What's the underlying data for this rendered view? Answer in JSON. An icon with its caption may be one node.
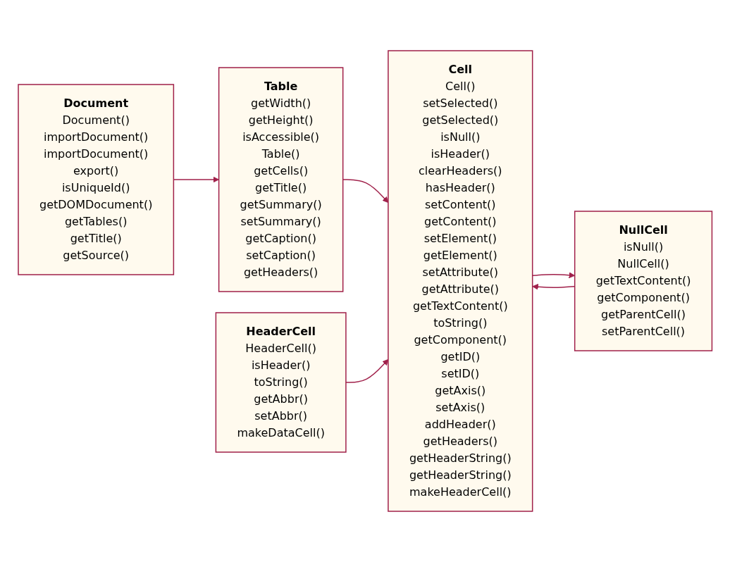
{
  "diagram": {
    "nodes": [
      {
        "text": [
          "Document",
          "Document()",
          "importDocument()",
          "importDocument()",
          "export()",
          "isUniqueId()",
          "getDOMDocument()",
          "getTables()",
          "getTitle()",
          "getSource()"
        ]
      },
      {
        "text": [
          "Cell",
          "Cell()",
          "setSelected()",
          "getSelected()",
          "isNull()",
          "isHeader()",
          "clearHeaders()",
          "hasHeader()",
          "setContent()",
          "getContent()",
          "setElement()",
          "getElement()",
          "setAttribute()",
          "getAttribute()",
          "getTextContent()",
          "toString()",
          "getComponent()",
          "getID()",
          "setID()",
          "getAxis()",
          "setAxis()",
          "addHeader()",
          "getHeaders()",
          "getHeaderString()",
          "getHeaderString()",
          "makeHeaderCell()"
        ]
      },
      {
        "text": [
          "HeaderCell",
          "HeaderCell()",
          "isHeader()",
          "toString()",
          "getAbbr()",
          "setAbbr()",
          "makeDataCell()"
        ]
      },
      {
        "text": [
          "Table",
          "getWidth()",
          "getHeight()",
          "isAccessible()",
          "Table()",
          "getCells()",
          "getTitle()",
          "getSummary()",
          "setSummary()",
          "getCaption()",
          "setCaption()",
          "getHeaders()"
        ]
      },
      {
        "text": [
          "NullCell",
          "isNull()",
          "NullCell()",
          "getTextContent()",
          "getComponent()",
          "getParentCell()",
          "setParentCell()"
        ]
      }
    ],
    "edges": [
      {
        "from": 0,
        "to": 3,
        "arrow": "to"
      },
      {
        "from": 3,
        "to": 1,
        "arrow": "to"
      },
      {
        "from": 2,
        "to": 1,
        "arrow": "to"
      },
      {
        "from": 1,
        "to": 4,
        "arrow": "to"
      },
      {
        "from": 4,
        "to": 1,
        "arrow": "to"
      }
    ]
  }
}
